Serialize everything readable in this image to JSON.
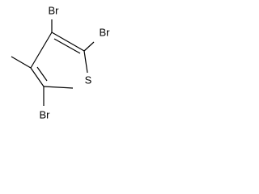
{
  "molecule": {
    "atoms": {
      "br_top": "Br",
      "br_top_right": "Br",
      "br_bottom": "Br",
      "sulfur": "S"
    }
  }
}
